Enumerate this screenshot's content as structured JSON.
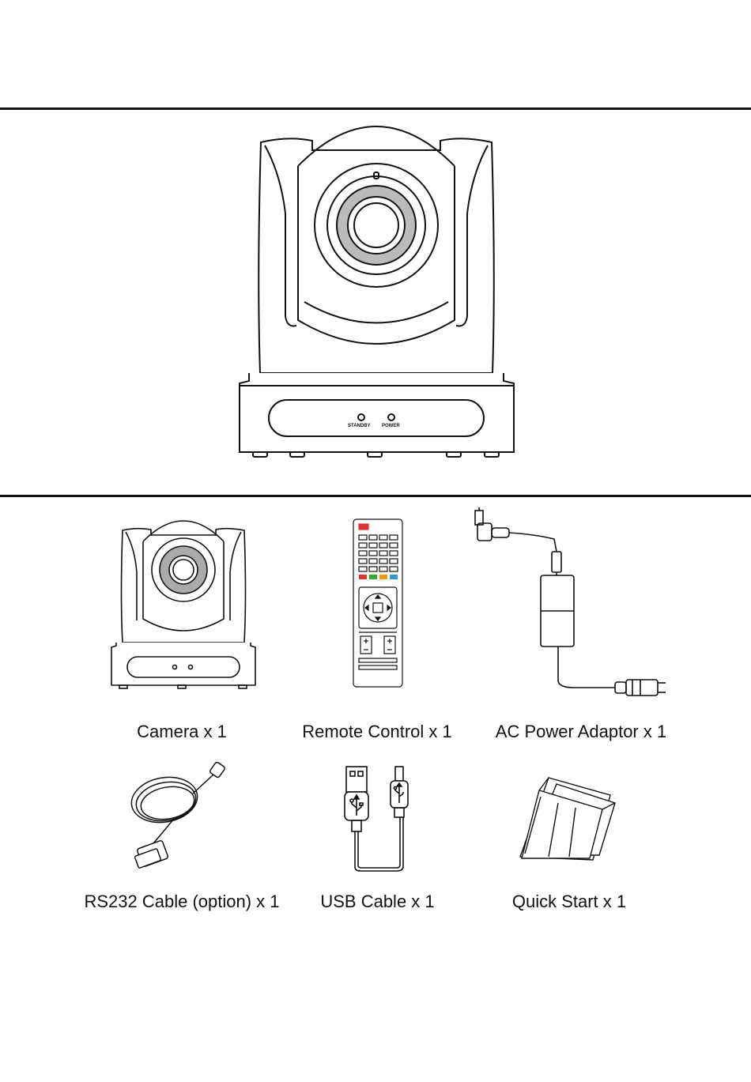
{
  "camera_panel": {
    "standby_label": "STANDBY",
    "power_label": "POWER"
  },
  "items": [
    {
      "label": "Camera x 1"
    },
    {
      "label": "Remote Control x 1"
    },
    {
      "label": "AC Power Adaptor x 1"
    },
    {
      "label": "RS232 Cable (option) x 1"
    },
    {
      "label": "USB Cable x 1"
    },
    {
      "label": "Quick Start x 1"
    }
  ]
}
